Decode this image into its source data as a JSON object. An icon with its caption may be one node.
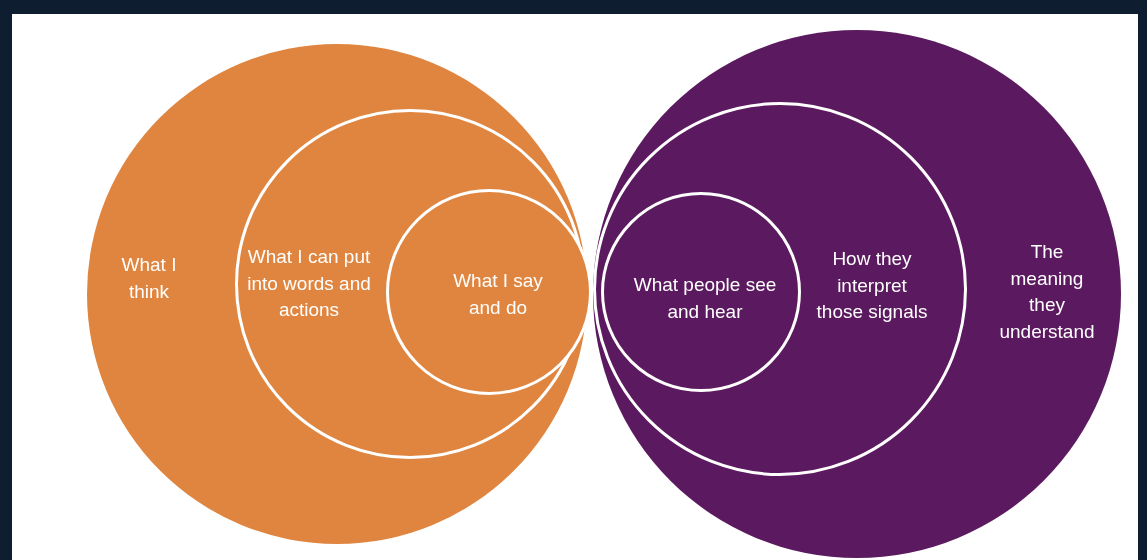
{
  "diagram": {
    "nodes": [
      {
        "text": [
          "What I think"
        ]
      },
      {
        "text": [
          "What I can put into words and actions"
        ],
        "in": 0
      },
      {
        "text": [
          "What I say and do"
        ],
        "in": 1
      },
      {
        "text": [
          "The meaning they understand"
        ]
      },
      {
        "text": [
          "How they interpret those signals"
        ],
        "in": 3
      },
      {
        "text": [
          "What people see and hear"
        ],
        "in": 4
      }
    ]
  }
}
